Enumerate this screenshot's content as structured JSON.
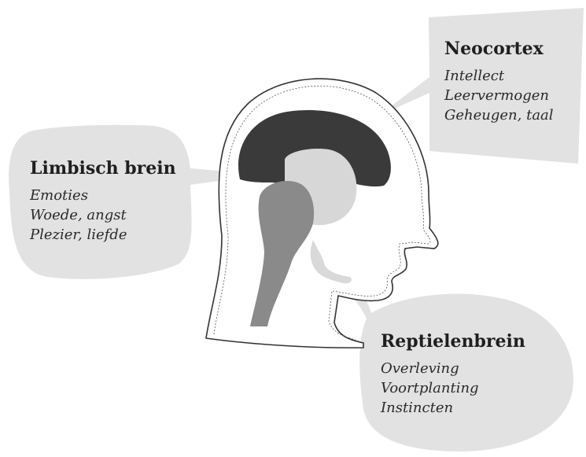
{
  "colors": {
    "bubble": "#e2e2e2",
    "neocortex": "#3a3a3a",
    "limbic": "#d7d7d7",
    "brainstem": "#8a8a8a",
    "head_fill": "#ffffff",
    "head_outline": "#333333"
  },
  "callouts": {
    "neocortex": {
      "title": "Neocortex",
      "lines": [
        "Intellect",
        "Leervermogen",
        "Geheugen, taal"
      ]
    },
    "limbic": {
      "title": "Limbisch brein",
      "lines": [
        "Emoties",
        "Woede, angst",
        "Plezier, liefde"
      ]
    },
    "reptile": {
      "title": "Reptielenbrein",
      "lines": [
        "Overleving",
        "Voortplanting",
        "Instincten"
      ]
    }
  }
}
